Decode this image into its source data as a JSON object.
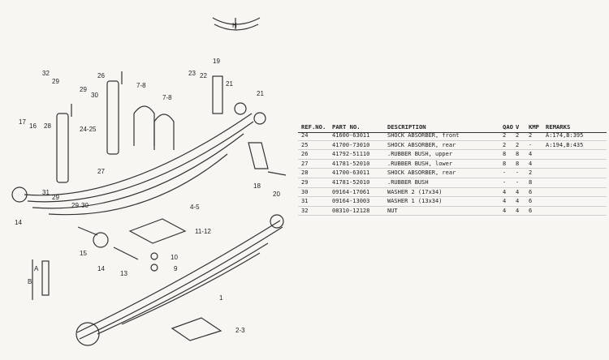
{
  "diagram": {
    "callouts": [
      "32",
      "29",
      "29",
      "30",
      "26",
      "7-8",
      "7-8",
      "23",
      "22",
      "19",
      "21",
      "21",
      "17",
      "16",
      "28",
      "24-25",
      "31",
      "27",
      "29",
      "29",
      "30",
      "14",
      "4-5",
      "11-12",
      "15",
      "14",
      "13",
      "10",
      "9",
      "18",
      "20",
      "1",
      "2-3",
      "H",
      "A",
      "B"
    ]
  },
  "parts_table": {
    "headers": {
      "ref": "REF.NO.",
      "part": "PART NO.",
      "desc": "DESCRIPTION",
      "q1": "QAO",
      "q2": "V",
      "q3": "KMP",
      "remarks": "REMARKS"
    },
    "rows": [
      {
        "ref": "24",
        "part": "41600-63011",
        "desc": "SHOCK ABSORBER, front",
        "q1": "2",
        "q2": "2",
        "q3": "2",
        "remarks": "A:174,B:395"
      },
      {
        "ref": "25",
        "part": "41700-73010",
        "desc": "SHOCK ABSORBER, rear",
        "q1": "2",
        "q2": "2",
        "q3": "-",
        "remarks": "A:194,B:435"
      },
      {
        "ref": "26",
        "part": "41792-51110",
        "desc": ".RUBBER BUSH, upper",
        "q1": "8",
        "q2": "8",
        "q3": "4",
        "remarks": ""
      },
      {
        "ref": "27",
        "part": "41781-52010",
        "desc": ".RUBBER BUSH, lower",
        "q1": "8",
        "q2": "8",
        "q3": "4",
        "remarks": ""
      },
      {
        "ref": "28",
        "part": "41700-63011",
        "desc": "SHOCK ABSORBER, rear",
        "q1": "-",
        "q2": "-",
        "q3": "2",
        "remarks": ""
      },
      {
        "ref": "29",
        "part": "41781-52010",
        "desc": ".RUBBER BUSH",
        "q1": "-",
        "q2": "-",
        "q3": "8",
        "remarks": ""
      },
      {
        "ref": "30",
        "part": "09164-17061",
        "desc": "WASHER 2 (17x34)",
        "q1": "4",
        "q2": "4",
        "q3": "6",
        "remarks": ""
      },
      {
        "ref": "31",
        "part": "09164-13003",
        "desc": "WASHER 1 (13x34)",
        "q1": "4",
        "q2": "4",
        "q3": "6",
        "remarks": ""
      },
      {
        "ref": "32",
        "part": "08310-12128",
        "desc": "NUT",
        "q1": "4",
        "q2": "4",
        "q3": "6",
        "remarks": ""
      }
    ]
  }
}
